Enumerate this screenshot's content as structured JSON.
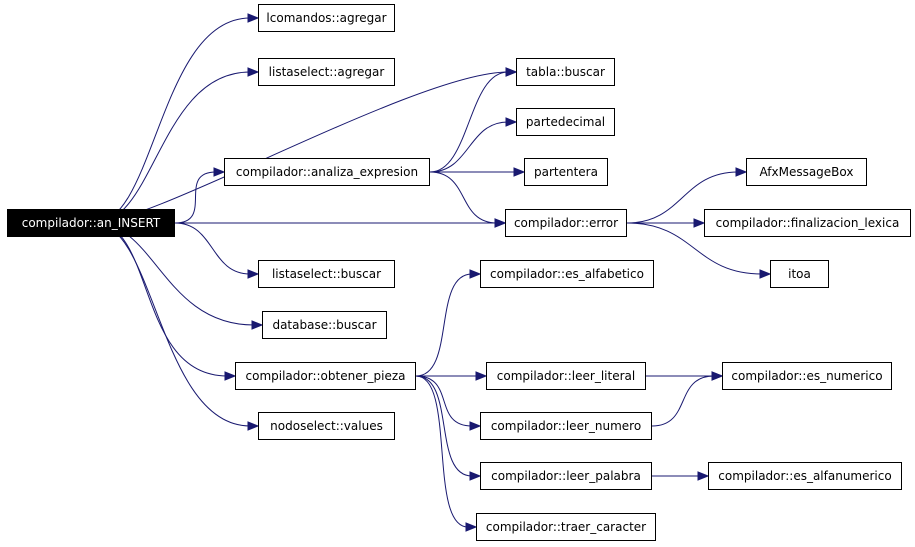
{
  "colors": {
    "edge": "#191970",
    "root_fill": "#000000",
    "root_text": "#ffffff",
    "node_border": "#000000"
  },
  "nodes": {
    "an_insert": "compilador::an_INSERT",
    "lcomandos_agregar": "lcomandos::agregar",
    "listaselect_agregar": "listaselect::agregar",
    "tabla_buscar": "tabla::buscar",
    "partedecimal": "partedecimal",
    "analiza_expresion": "compilador::analiza_expresion",
    "partentera": "partentera",
    "afxmessagebox": "AfxMessageBox",
    "error": "compilador::error",
    "finalizacion_lexica": "compilador::finalizacion_lexica",
    "listaselect_buscar": "listaselect::buscar",
    "itoa": "itoa",
    "es_alfabetico": "compilador::es_alfabetico",
    "database_buscar": "database::buscar",
    "obtener_pieza": "compilador::obtener_pieza",
    "leer_literal": "compilador::leer_literal",
    "es_numerico": "compilador::es_numerico",
    "nodoselect_values": "nodoselect::values",
    "leer_numero": "compilador::leer_numero",
    "leer_palabra": "compilador::leer_palabra",
    "es_alfanumerico": "compilador::es_alfanumerico",
    "traer_caracter": "compilador::traer_caracter"
  },
  "edges": [
    [
      "an_insert",
      "lcomandos_agregar"
    ],
    [
      "an_insert",
      "listaselect_agregar"
    ],
    [
      "an_insert",
      "tabla_buscar"
    ],
    [
      "an_insert",
      "analiza_expresion"
    ],
    [
      "an_insert",
      "error"
    ],
    [
      "an_insert",
      "listaselect_buscar"
    ],
    [
      "an_insert",
      "database_buscar"
    ],
    [
      "an_insert",
      "obtener_pieza"
    ],
    [
      "an_insert",
      "nodoselect_values"
    ],
    [
      "analiza_expresion",
      "tabla_buscar"
    ],
    [
      "analiza_expresion",
      "partedecimal"
    ],
    [
      "analiza_expresion",
      "partentera"
    ],
    [
      "analiza_expresion",
      "error"
    ],
    [
      "error",
      "afxmessagebox"
    ],
    [
      "error",
      "finalizacion_lexica"
    ],
    [
      "error",
      "itoa"
    ],
    [
      "obtener_pieza",
      "es_alfabetico"
    ],
    [
      "obtener_pieza",
      "es_numerico"
    ],
    [
      "obtener_pieza",
      "leer_literal"
    ],
    [
      "obtener_pieza",
      "leer_numero"
    ],
    [
      "obtener_pieza",
      "leer_palabra"
    ],
    [
      "obtener_pieza",
      "traer_caracter"
    ],
    [
      "leer_numero",
      "es_numerico"
    ],
    [
      "leer_palabra",
      "es_alfanumerico"
    ]
  ]
}
